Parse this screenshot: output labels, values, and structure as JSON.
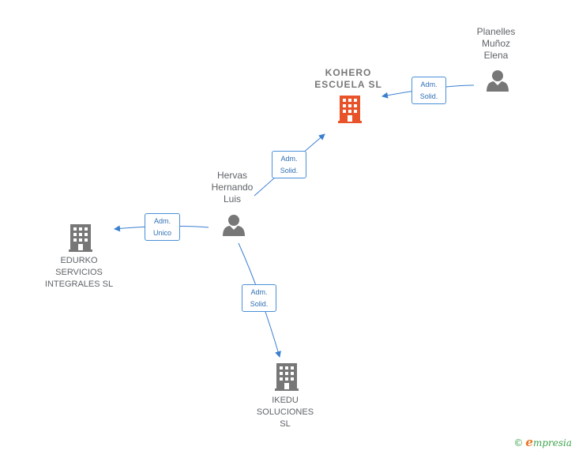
{
  "colors": {
    "edge": "#3a7fd0",
    "person": "#777777",
    "company": "#777777",
    "company_main": "#e8532a"
  },
  "nodes": {
    "kohero": {
      "label": "KOHERO\nESCUELA  SL",
      "icon": "building-icon"
    },
    "planelles": {
      "label": "Planelles\nMuñoz\nElena",
      "icon": "person-icon"
    },
    "hervas": {
      "label": "Hervas\nHernando\nLuis",
      "icon": "person-icon"
    },
    "edurko": {
      "label": "EDURKO\nSERVICIOS\nINTEGRALES SL",
      "icon": "building-icon"
    },
    "ikedu": {
      "label": "IKEDU\nSOLUCIONES\nSL",
      "icon": "building-icon"
    }
  },
  "edges": [
    {
      "from": "planelles",
      "to": "kohero",
      "label": "Adm.\nSolid."
    },
    {
      "from": "hervas",
      "to": "kohero",
      "label": "Adm.\nSolid."
    },
    {
      "from": "hervas",
      "to": "edurko",
      "label": "Adm.\nUnico"
    },
    {
      "from": "hervas",
      "to": "ikedu",
      "label": "Adm.\nSolid."
    }
  ],
  "footer": {
    "copyright": "©",
    "brand_initial": "e",
    "brand_rest": "mpresia"
  }
}
